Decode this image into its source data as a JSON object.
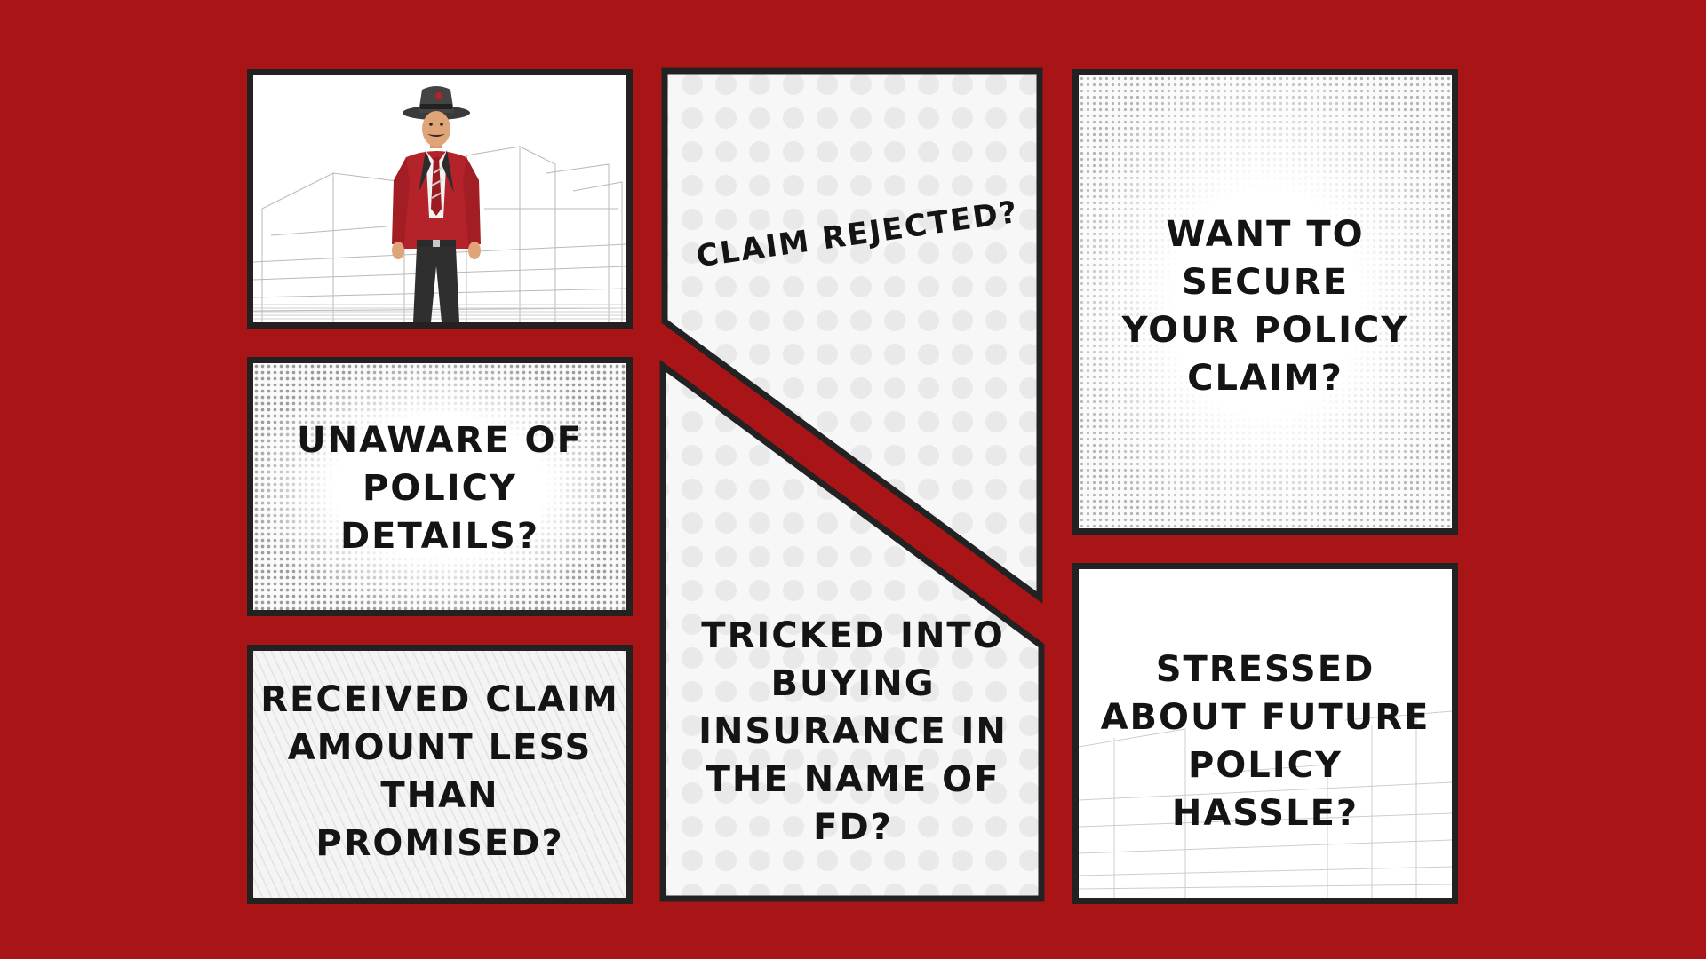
{
  "panels": {
    "unaware": [
      "UNAWARE OF",
      "POLICY",
      "DETAILS?"
    ],
    "received": [
      "RECEIVED CLAIM",
      "AMOUNT LESS",
      "THAN",
      "PROMISED?"
    ],
    "claim_rejected": "CLAIM REJECTED?",
    "tricked": [
      "TRICKED INTO",
      "BUYING",
      "INSURANCE IN",
      "THE NAME OF",
      "FD?"
    ],
    "secure": [
      "WANT TO",
      "SECURE",
      "YOUR POLICY",
      "CLAIM?"
    ],
    "stressed": [
      "STRESSED",
      "ABOUT FUTURE",
      "POLICY",
      "HASSLE?"
    ]
  },
  "colors": {
    "background": "#a91517",
    "border": "#222222",
    "jacket": "#b5232a",
    "text": "#141414"
  }
}
